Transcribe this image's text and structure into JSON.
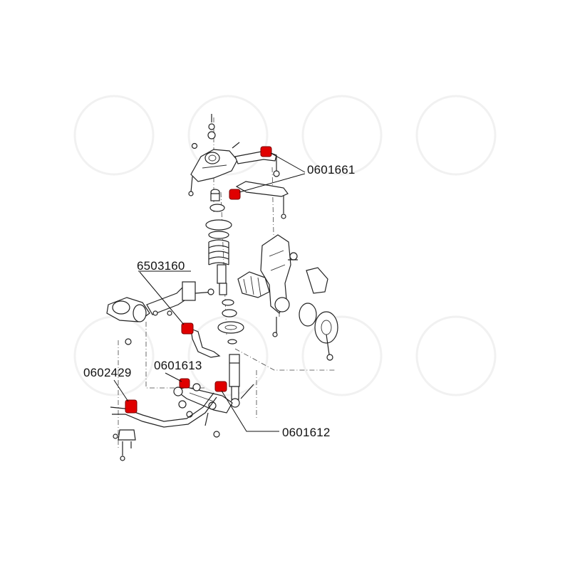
{
  "labels": {
    "p0601661": "0601661",
    "p6503160": "6503160",
    "p0601613": "0601613",
    "p0602429": "0602429",
    "p0601612": "0601612"
  },
  "colors": {
    "bushing": "#e00000",
    "line": "#222222",
    "watermark": "#f1f1f1"
  }
}
